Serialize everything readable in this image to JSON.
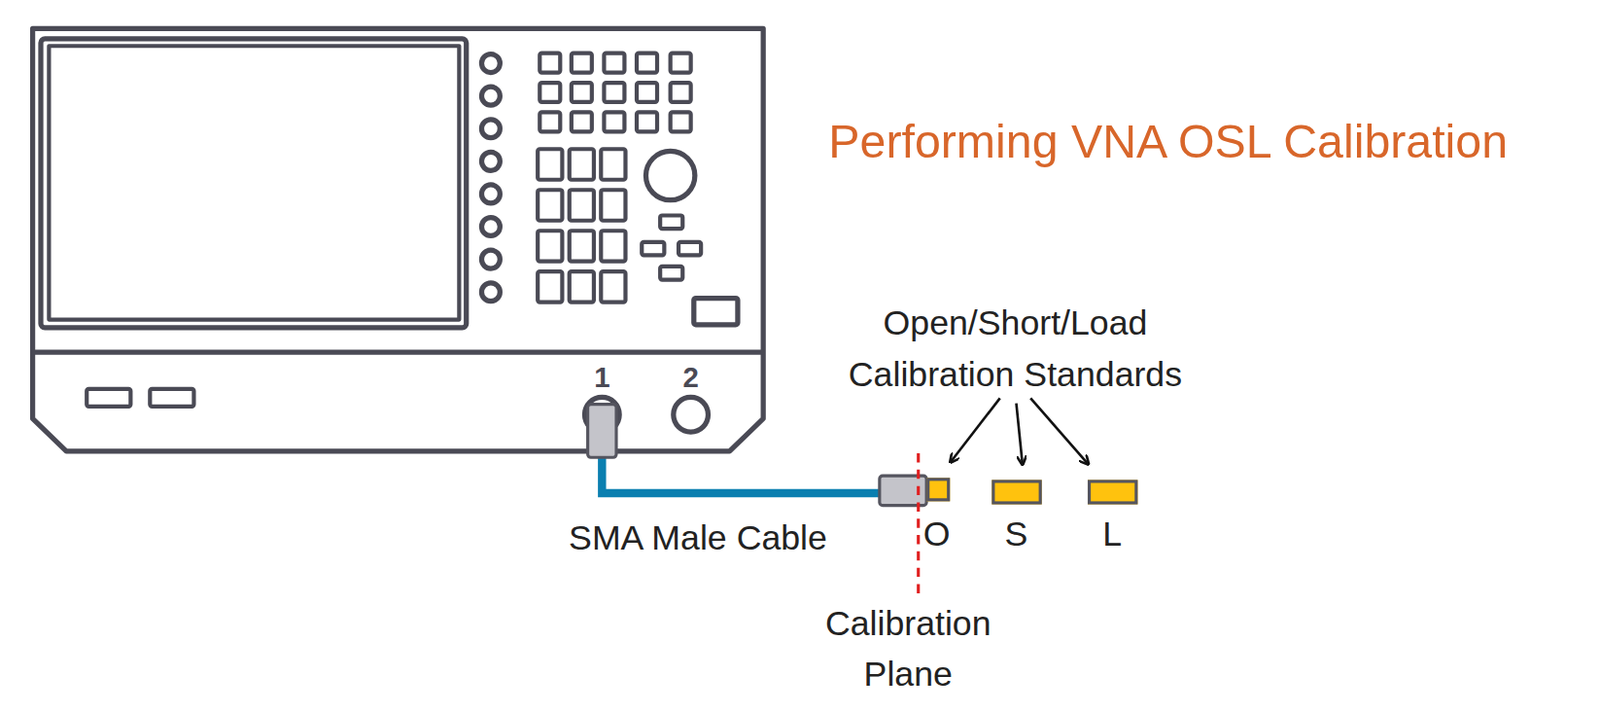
{
  "diagram": {
    "title": "Performing VNA OSL Calibration",
    "nodes": [
      {
        "text": [
          "O"
        ]
      },
      {
        "text": [
          "S"
        ]
      },
      {
        "text": [
          "L"
        ]
      }
    ],
    "labels": [
      "1",
      "2",
      "SMA Male Cable",
      "Open/Short/Load Calibration Standards",
      "Calibration Plane"
    ]
  }
}
